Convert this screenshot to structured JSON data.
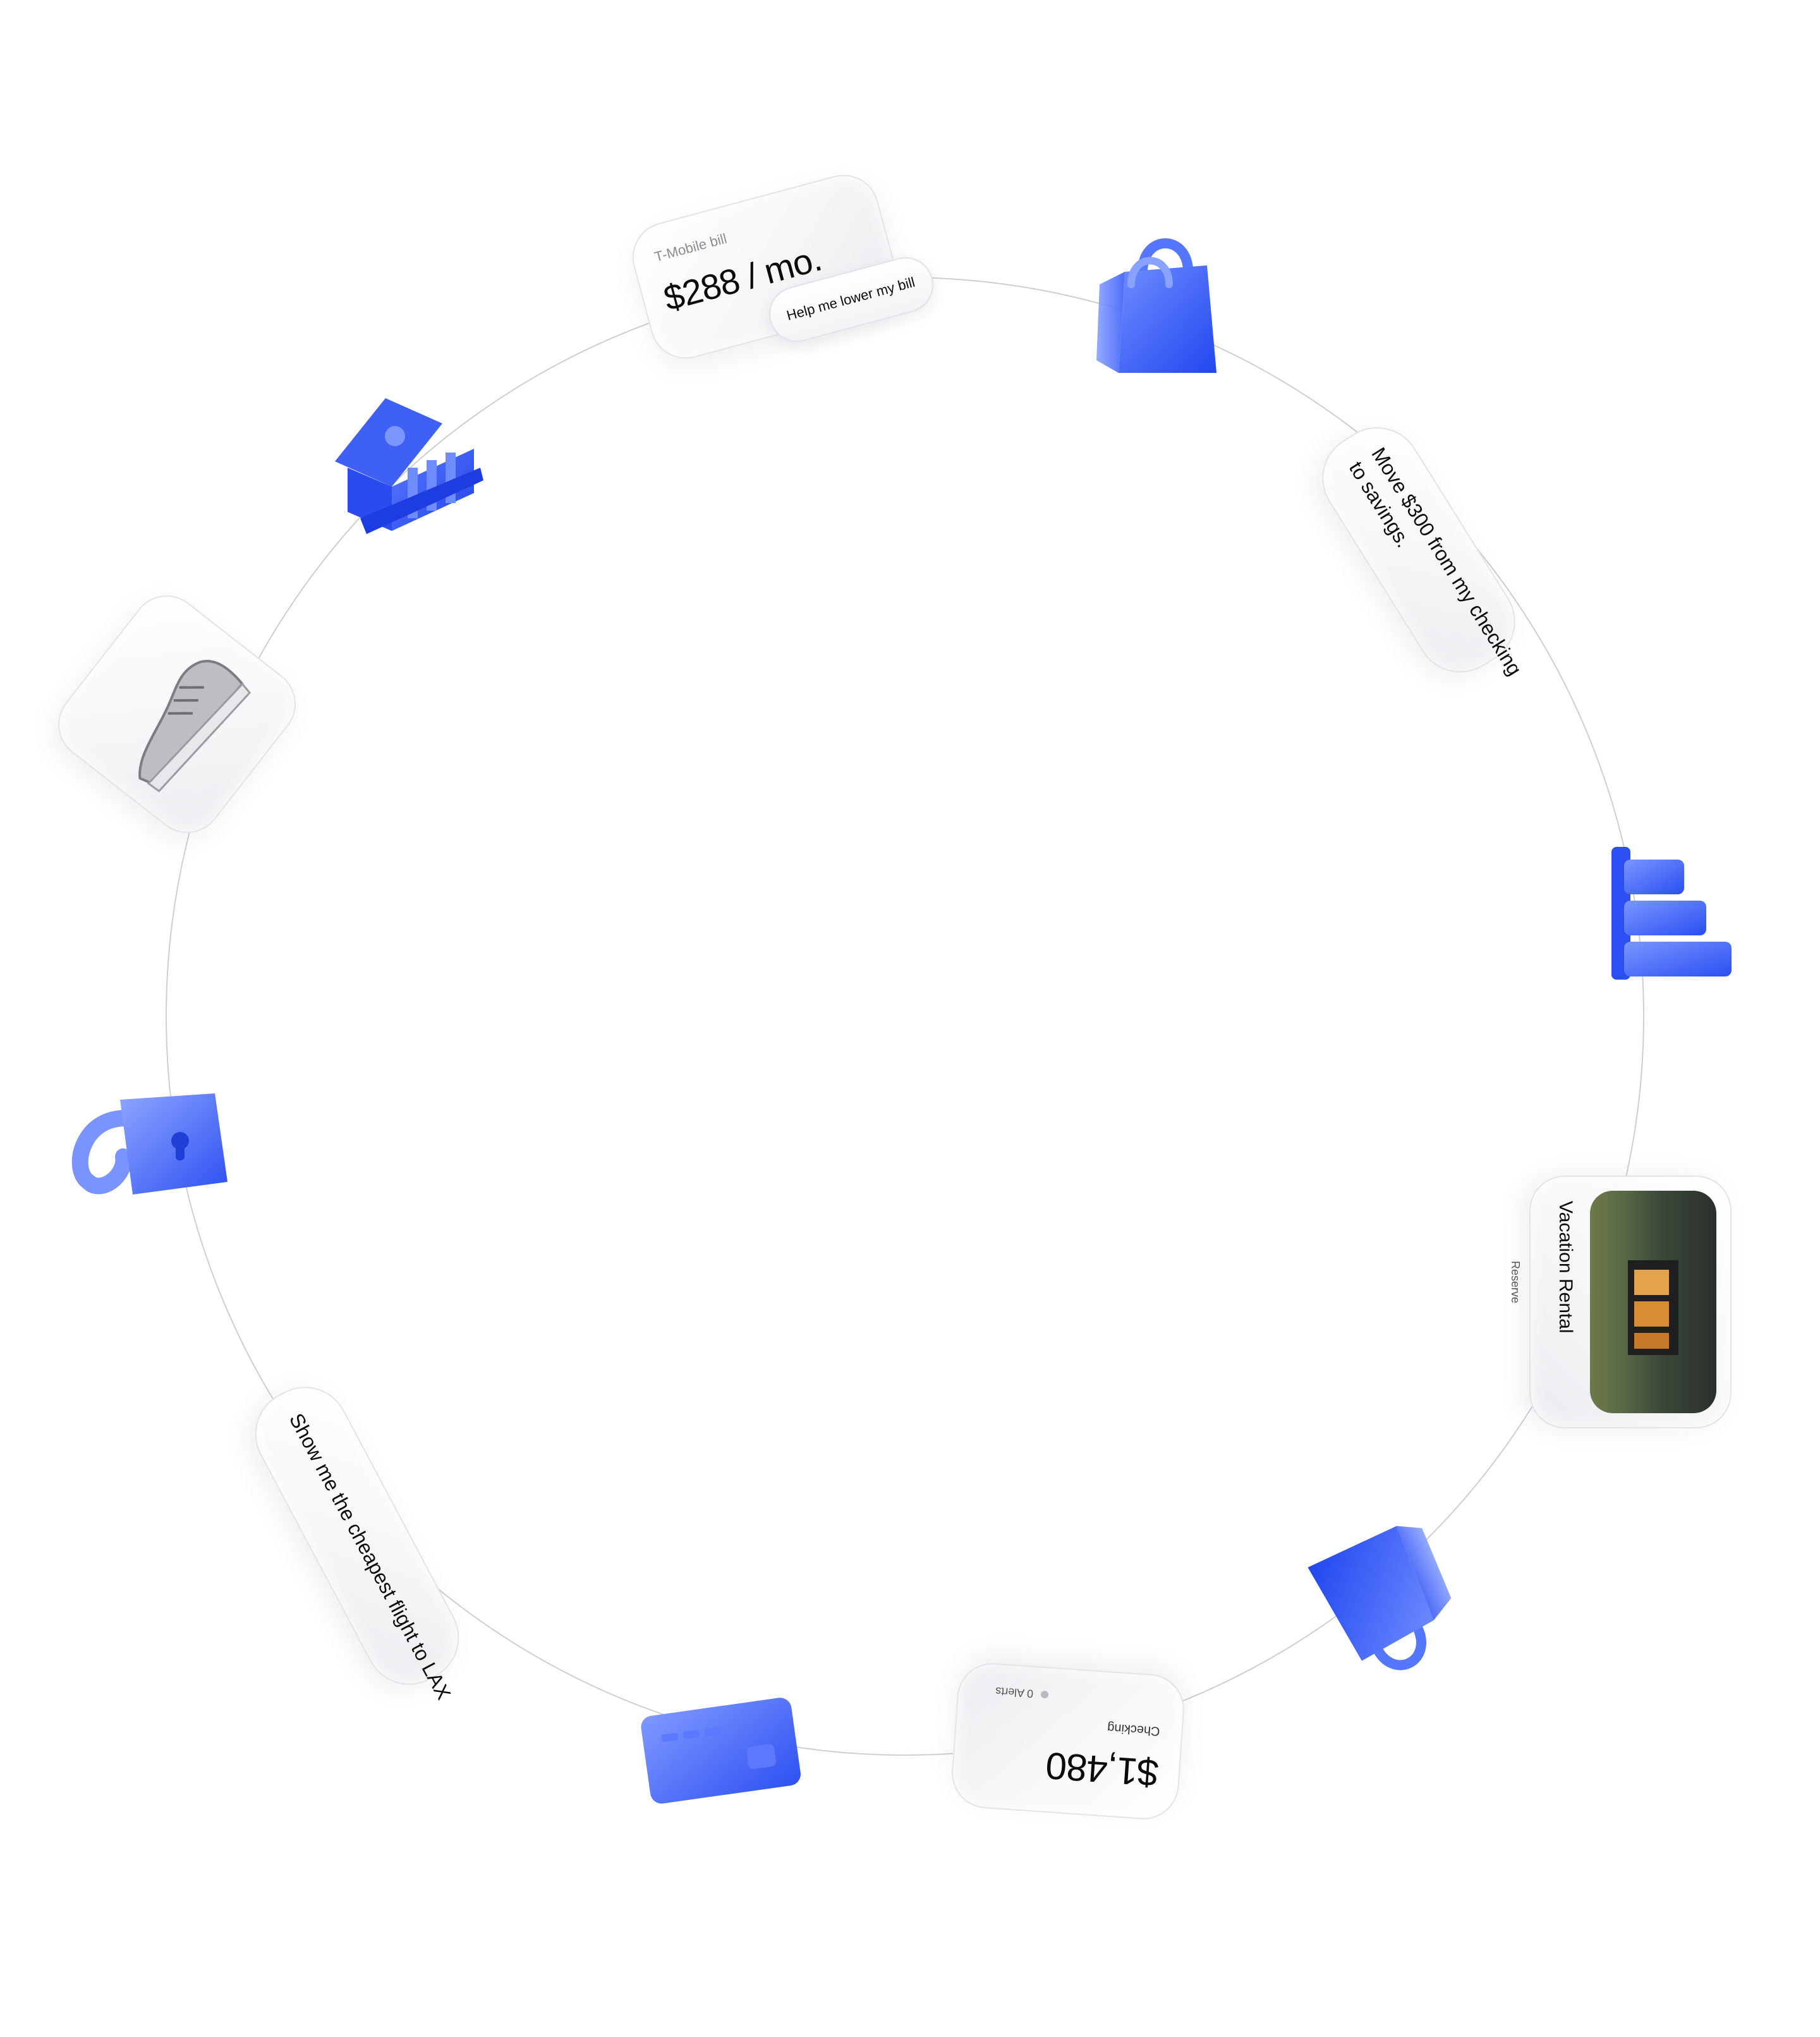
{
  "cards": {
    "bill": {
      "label": "T-Mobile bill",
      "amount": "$288 / mo.",
      "action": "Help me lower my bill"
    },
    "transfer": {
      "text_line1": "Move $300 from my checking",
      "text_line2": "to savings."
    },
    "rental": {
      "title": "Vacation Rental",
      "action": "Reserve"
    },
    "balance": {
      "amount": "$1,480",
      "account": "Checking",
      "alerts": "0 Alerts"
    },
    "flight": {
      "text": "Show me the cheapest flight to LAX"
    }
  },
  "icons": [
    "shopping-bag-icon",
    "bar-chart-icon",
    "shopping-bag-icon",
    "credit-card-icon",
    "padlock-icon",
    "bank-icon",
    "sneaker-icon"
  ],
  "colors": {
    "accent": "#2f57f4",
    "accent_light": "#6e8cff",
    "orbit": "#cfcfd3"
  }
}
